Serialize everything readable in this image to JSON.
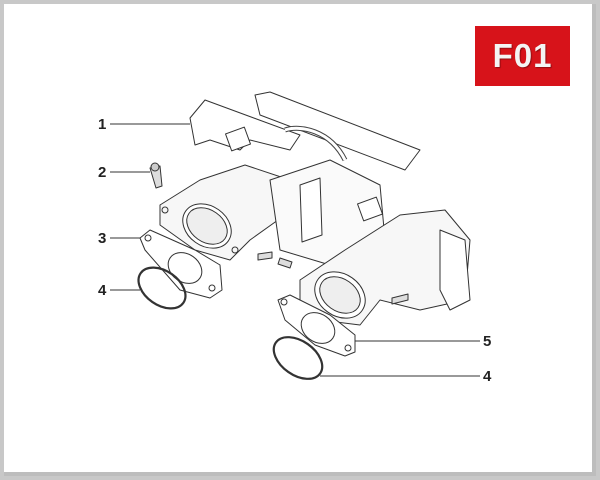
{
  "badge": {
    "label": "F01",
    "color": "#d7131a"
  },
  "callouts": [
    {
      "number": "1",
      "part": "bracket"
    },
    {
      "number": "2",
      "part": "screw"
    },
    {
      "number": "3",
      "part": "flange-gasket-left"
    },
    {
      "number": "4",
      "part": "o-ring-left"
    },
    {
      "number": "5",
      "part": "flange-gasket-right"
    },
    {
      "number": "4",
      "part": "o-ring-right"
    }
  ]
}
